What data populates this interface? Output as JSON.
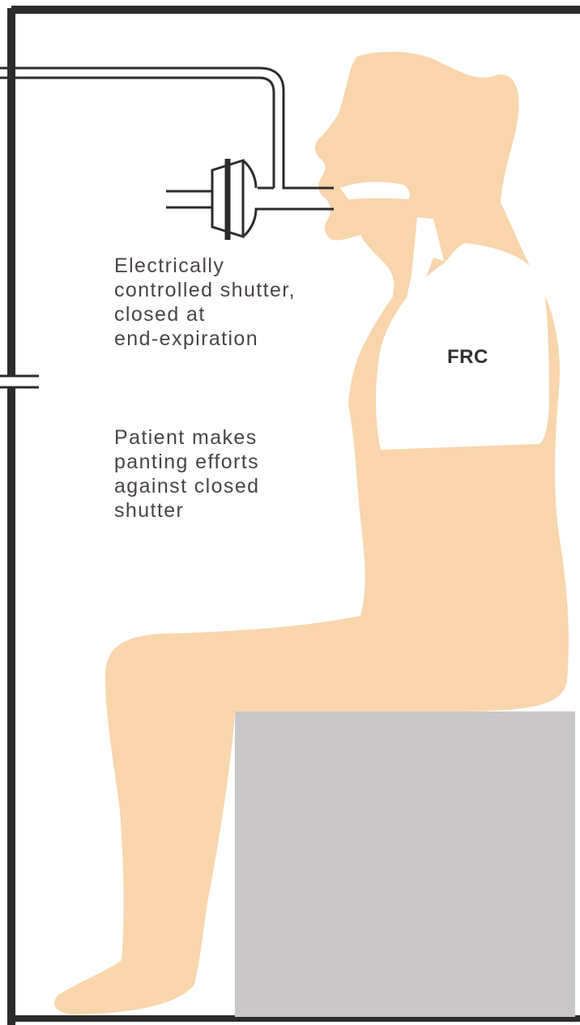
{
  "figure": {
    "shutter_label": [
      "Electrically",
      "controlled shutter,",
      "closed at",
      "end-expiration"
    ],
    "effort_label": [
      "Patient makes",
      "panting efforts",
      "against closed",
      "shutter"
    ],
    "lung_label": "FRC"
  },
  "colors": {
    "body": "#f8d5ac",
    "lung": "#ffffff",
    "box_frame": "#2e2b2b",
    "seat": "#c9c7c8",
    "text": "#4a4545"
  }
}
